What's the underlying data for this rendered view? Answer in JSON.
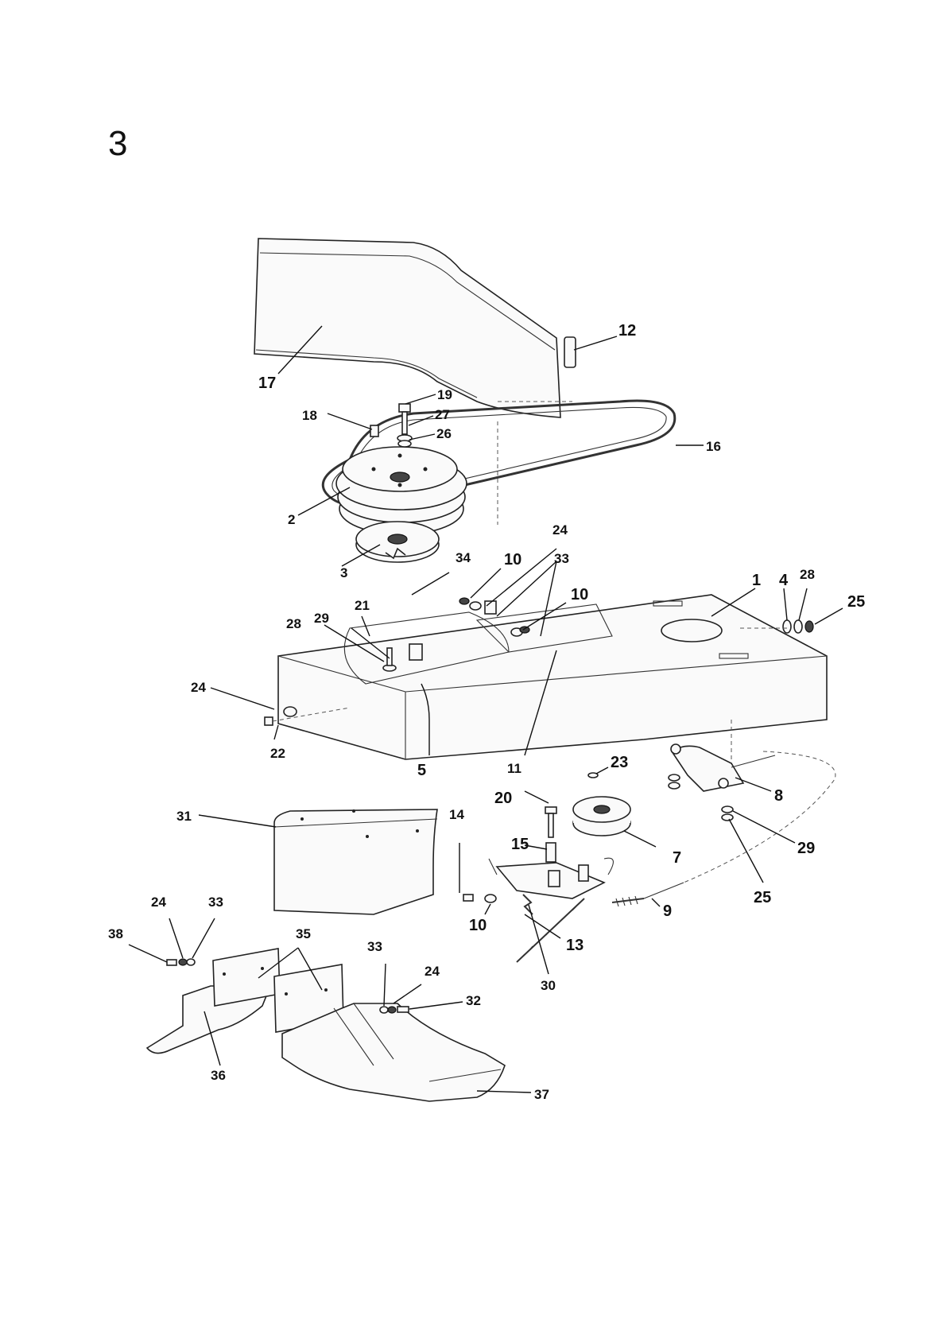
{
  "page": {
    "number": "3"
  },
  "callouts": {
    "c1": "1",
    "c2": "2",
    "c3": "3",
    "c4": "4",
    "c5": "5",
    "c7": "7",
    "c8": "8",
    "c9": "9",
    "c10a": "10",
    "c10b": "10",
    "c10c": "10",
    "c11": "11",
    "c12": "12",
    "c13": "13",
    "c14": "14",
    "c15": "15",
    "c16": "16",
    "c17": "17",
    "c18": "18",
    "c19": "19",
    "c20": "20",
    "c21": "21",
    "c22": "22",
    "c23": "23",
    "c24a": "24",
    "c24b": "24",
    "c24c": "24",
    "c24d": "24",
    "c25a": "25",
    "c25b": "25",
    "c26": "26",
    "c27": "27",
    "c28a": "28",
    "c28b": "28",
    "c29a": "29",
    "c29b": "29",
    "c30": "30",
    "c31": "31",
    "c32": "32",
    "c33a": "33",
    "c33b": "33",
    "c33c": "33",
    "c34": "34",
    "c35": "35",
    "c36": "36",
    "c37": "37",
    "c38": "38"
  }
}
